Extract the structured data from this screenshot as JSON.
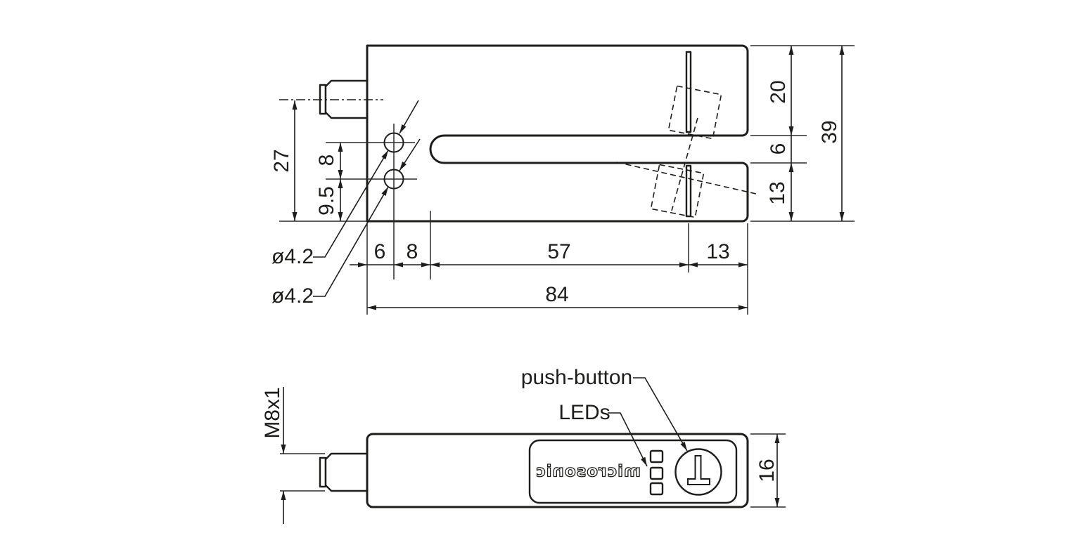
{
  "colors": {
    "ink": "#1d1d1b",
    "background": "#ffffff"
  },
  "top_view": {
    "dim_27": "27",
    "dim_8_vertical": "8",
    "dim_9_5": "9.5",
    "hole_label_upper": "ø4.2",
    "hole_label_lower": "ø4.2",
    "dim_6_bottom": "6",
    "dim_8_bottom": "8",
    "dim_57": "57",
    "dim_13_bottom": "13",
    "dim_84": "84",
    "dim_20": "20",
    "dim_6_right": "6",
    "dim_13_right": "13",
    "dim_39": "39"
  },
  "bottom_view": {
    "thread_label": "M8x1",
    "dim_16": "16",
    "push_button_label": "push-button",
    "leds_label": "LEDs",
    "brand_logo": "microsonic"
  }
}
